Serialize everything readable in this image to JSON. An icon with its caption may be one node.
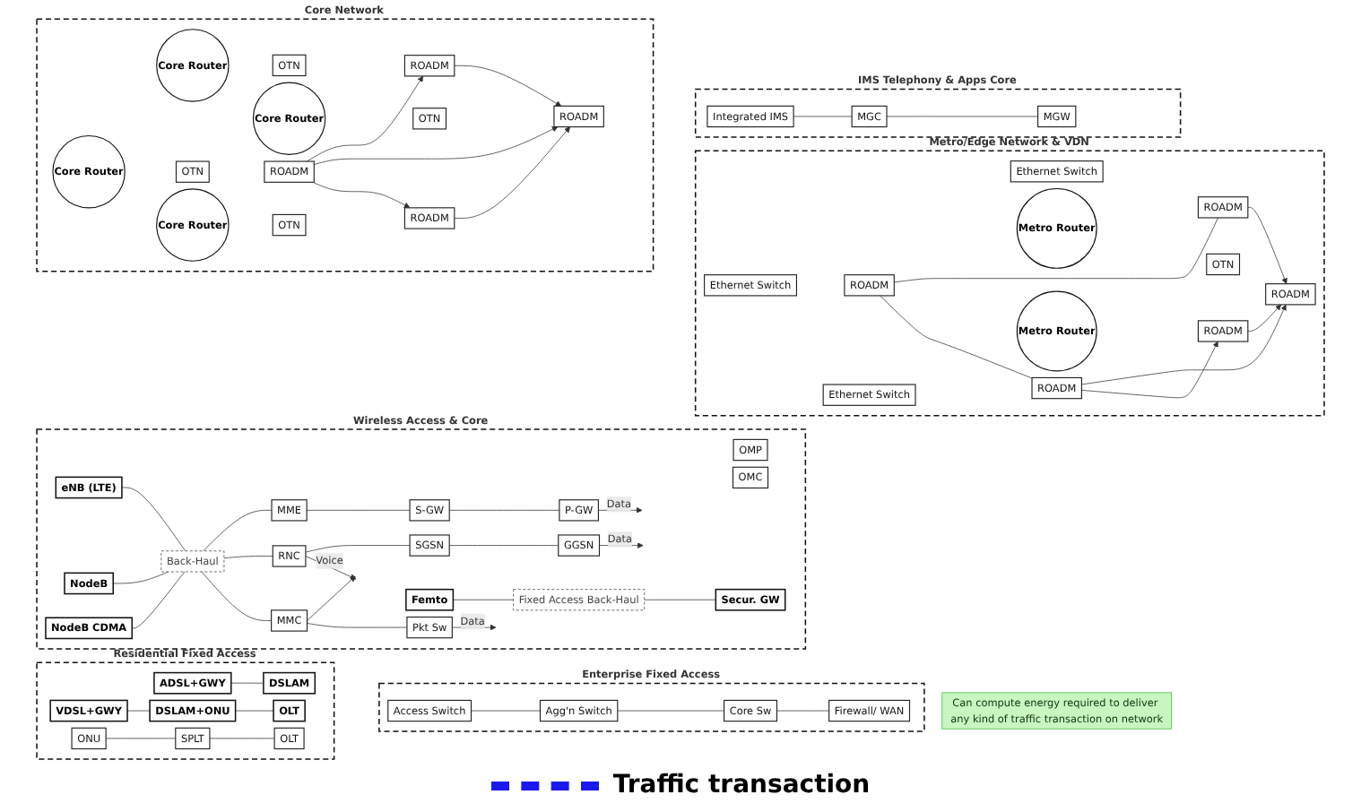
{
  "diagram": {
    "nodes": [
      {
        "text": [
          "Wireless Access & Core"
        ]
      },
      {
        "text": [
          "eNB (LTE)"
        ],
        "in": 0
      },
      {
        "text": [
          "NodeB"
        ],
        "in": 0
      },
      {
        "text": [
          "NodeB CDMA"
        ],
        "in": 0
      },
      {
        "text": [
          "Back-Haul"
        ],
        "in": 0
      },
      {
        "text": [
          "MME"
        ],
        "in": 0
      },
      {
        "text": [
          "S-GW"
        ],
        "in": 0
      },
      {
        "text": [
          "P-GW"
        ],
        "in": 0
      },
      {
        "text": [
          "RNC"
        ],
        "in": 0
      },
      {
        "text": [
          "SGSN"
        ],
        "in": 0
      },
      {
        "text": [
          "GGSN"
        ],
        "in": 0
      },
      {
        "text": [
          "MMC"
        ],
        "in": 0
      },
      {
        "text": [
          "OMP"
        ],
        "in": 0
      },
      {
        "text": [
          "OMC"
        ],
        "in": 0
      },
      {
        "text": [
          "Pkt Sw"
        ],
        "in": 0
      },
      {
        "text": [
          "Femto"
        ],
        "in": 0
      },
      {
        "text": [
          "Fixed Access Back-Haul"
        ],
        "in": 0
      },
      {
        "text": [
          "Secur. GW"
        ],
        "in": 0
      },
      {
        "text": [
          "Enterprise Fixed Access"
        ]
      },
      {
        "text": [
          "Access Switch"
        ],
        "in": 18
      },
      {
        "text": [
          "Agg'n Switch"
        ],
        "in": 18
      },
      {
        "text": [
          "Core Sw"
        ],
        "in": 18
      },
      {
        "text": [
          "Firewall/ WAN"
        ],
        "in": 18
      },
      {
        "text": [
          "Core Network"
        ]
      },
      {
        "text": [
          "Core Router"
        ],
        "in": 23
      },
      {
        "text": [
          "OTN"
        ],
        "in": 23
      },
      {
        "text": [
          "ROADM"
        ],
        "in": 23
      },
      {
        "text": [
          "Core Router"
        ],
        "in": 23
      },
      {
        "text": [
          "OTN"
        ],
        "in": 23
      },
      {
        "text": [
          "ROADM"
        ],
        "in": 23
      },
      {
        "text": [
          "ROADM"
        ],
        "in": 23
      },
      {
        "text": [
          "OTN"
        ],
        "in": 23
      },
      {
        "text": [
          "Core Router"
        ],
        "in": 23
      },
      {
        "text": [
          "ROADM"
        ],
        "in": 23
      },
      {
        "text": [
          "OTN"
        ],
        "in": 23
      },
      {
        "text": [
          "Core Router"
        ],
        "in": 23
      },
      {
        "text": [
          "Metro/Edge Network & VDN"
        ]
      },
      {
        "text": [
          "Ethernet Switch"
        ],
        "in": 36
      },
      {
        "text": [
          "ROADM"
        ],
        "in": 36
      },
      {
        "text": [
          "Metro Router"
        ],
        "in": 36
      },
      {
        "text": [
          "OTN"
        ],
        "in": 36
      },
      {
        "text": [
          "ROADM"
        ],
        "in": 36
      },
      {
        "text": [
          "Ethernet Switch"
        ],
        "in": 36
      },
      {
        "text": [
          "ROADM"
        ],
        "in": 36
      },
      {
        "text": [
          "ROADM"
        ],
        "in": 36
      },
      {
        "text": [
          "Ethernet Switch"
        ],
        "in": 36
      },
      {
        "text": [
          "ROADM"
        ],
        "in": 36
      },
      {
        "text": [
          "Metro Router"
        ],
        "in": 36
      },
      {
        "text": [
          "IMS Telephony & Apps Core"
        ]
      },
      {
        "text": [
          "Integrated IMS"
        ],
        "in": 48
      },
      {
        "text": [
          "MGC"
        ],
        "in": 48
      },
      {
        "text": [
          "MGW"
        ],
        "in": 48
      },
      {
        "text": [
          "Residential Fixed Access"
        ]
      },
      {
        "text": [
          "ADSL+GWY"
        ],
        "in": 52
      },
      {
        "text": [
          "DSLAM"
        ],
        "in": 52
      },
      {
        "text": [
          "VDSL+GWY"
        ],
        "in": 52
      },
      {
        "text": [
          "DSLAM+ONU"
        ],
        "in": 52
      },
      {
        "text": [
          "OLT"
        ],
        "in": 52
      },
      {
        "text": [
          "ONU"
        ],
        "in": 52
      },
      {
        "text": [
          "SPLT"
        ],
        "in": 52
      },
      {
        "text": [
          "OLT"
        ],
        "in": 52
      },
      {
        "text": [
          "Can compute energy required to deliver any kind of traffic transaction on network"
        ]
      }
    ],
    "edges": [
      {
        "from": 1,
        "to": 4,
        "arrow": "none"
      },
      {
        "from": 4,
        "to": 5,
        "arrow": "none"
      },
      {
        "from": 5,
        "to": 6,
        "arrow": "none"
      },
      {
        "from": 6,
        "to": 7,
        "arrow": "none"
      },
      {
        "from": 7,
        "to": null,
        "arrow": "to",
        "label": "Data"
      },
      {
        "from": 2,
        "to": 4,
        "arrow": "none"
      },
      {
        "from": 4,
        "to": 8,
        "arrow": "none"
      },
      {
        "from": 8,
        "to": 9,
        "arrow": "none"
      },
      {
        "from": 9,
        "to": 10,
        "arrow": "none"
      },
      {
        "from": 10,
        "to": null,
        "arrow": "to",
        "label": "Data"
      },
      {
        "from": 8,
        "to": null,
        "arrow": "to",
        "label": "Voice"
      },
      {
        "from": 11,
        "to": null,
        "arrow": "to"
      },
      {
        "from": 3,
        "to": 4,
        "arrow": "none"
      },
      {
        "from": 4,
        "to": 11,
        "arrow": "none"
      },
      {
        "from": 11,
        "to": 14,
        "arrow": "none"
      },
      {
        "from": 14,
        "to": null,
        "arrow": "to",
        "label": "Data"
      },
      {
        "from": 15,
        "to": 16,
        "arrow": "none"
      },
      {
        "from": 16,
        "to": 17,
        "arrow": "none"
      },
      {
        "from": 19,
        "to": 20,
        "arrow": "none"
      },
      {
        "from": 20,
        "to": 21,
        "arrow": "none"
      },
      {
        "from": 21,
        "to": 22,
        "arrow": "none"
      },
      {
        "from": 26,
        "to": 29,
        "arrow": "to"
      },
      {
        "from": 30,
        "to": 26,
        "arrow": "to"
      },
      {
        "from": 30,
        "to": 29,
        "arrow": "to"
      },
      {
        "from": 30,
        "to": 33,
        "arrow": "to"
      },
      {
        "from": 33,
        "to": 29,
        "arrow": "to"
      },
      {
        "from": 43,
        "to": 38,
        "arrow": "none"
      },
      {
        "from": 38,
        "to": 41,
        "arrow": "to"
      },
      {
        "from": 43,
        "to": 44,
        "arrow": "none"
      },
      {
        "from": 44,
        "to": 41,
        "arrow": "to"
      },
      {
        "from": 44,
        "to": 46,
        "arrow": "to"
      },
      {
        "from": 46,
        "to": 41,
        "arrow": "to"
      },
      {
        "from": 49,
        "to": 50,
        "arrow": "none"
      },
      {
        "from": 50,
        "to": 51,
        "arrow": "none"
      },
      {
        "from": 53,
        "to": 54,
        "arrow": "none"
      },
      {
        "from": 55,
        "to": 56,
        "arrow": "none"
      },
      {
        "from": 56,
        "to": 57,
        "arrow": "none"
      },
      {
        "from": 58,
        "to": 59,
        "arrow": "none"
      },
      {
        "from": 59,
        "to": 60,
        "arrow": "none"
      }
    ],
    "legend": [
      {
        "text": "Traffic transaction"
      }
    ]
  }
}
